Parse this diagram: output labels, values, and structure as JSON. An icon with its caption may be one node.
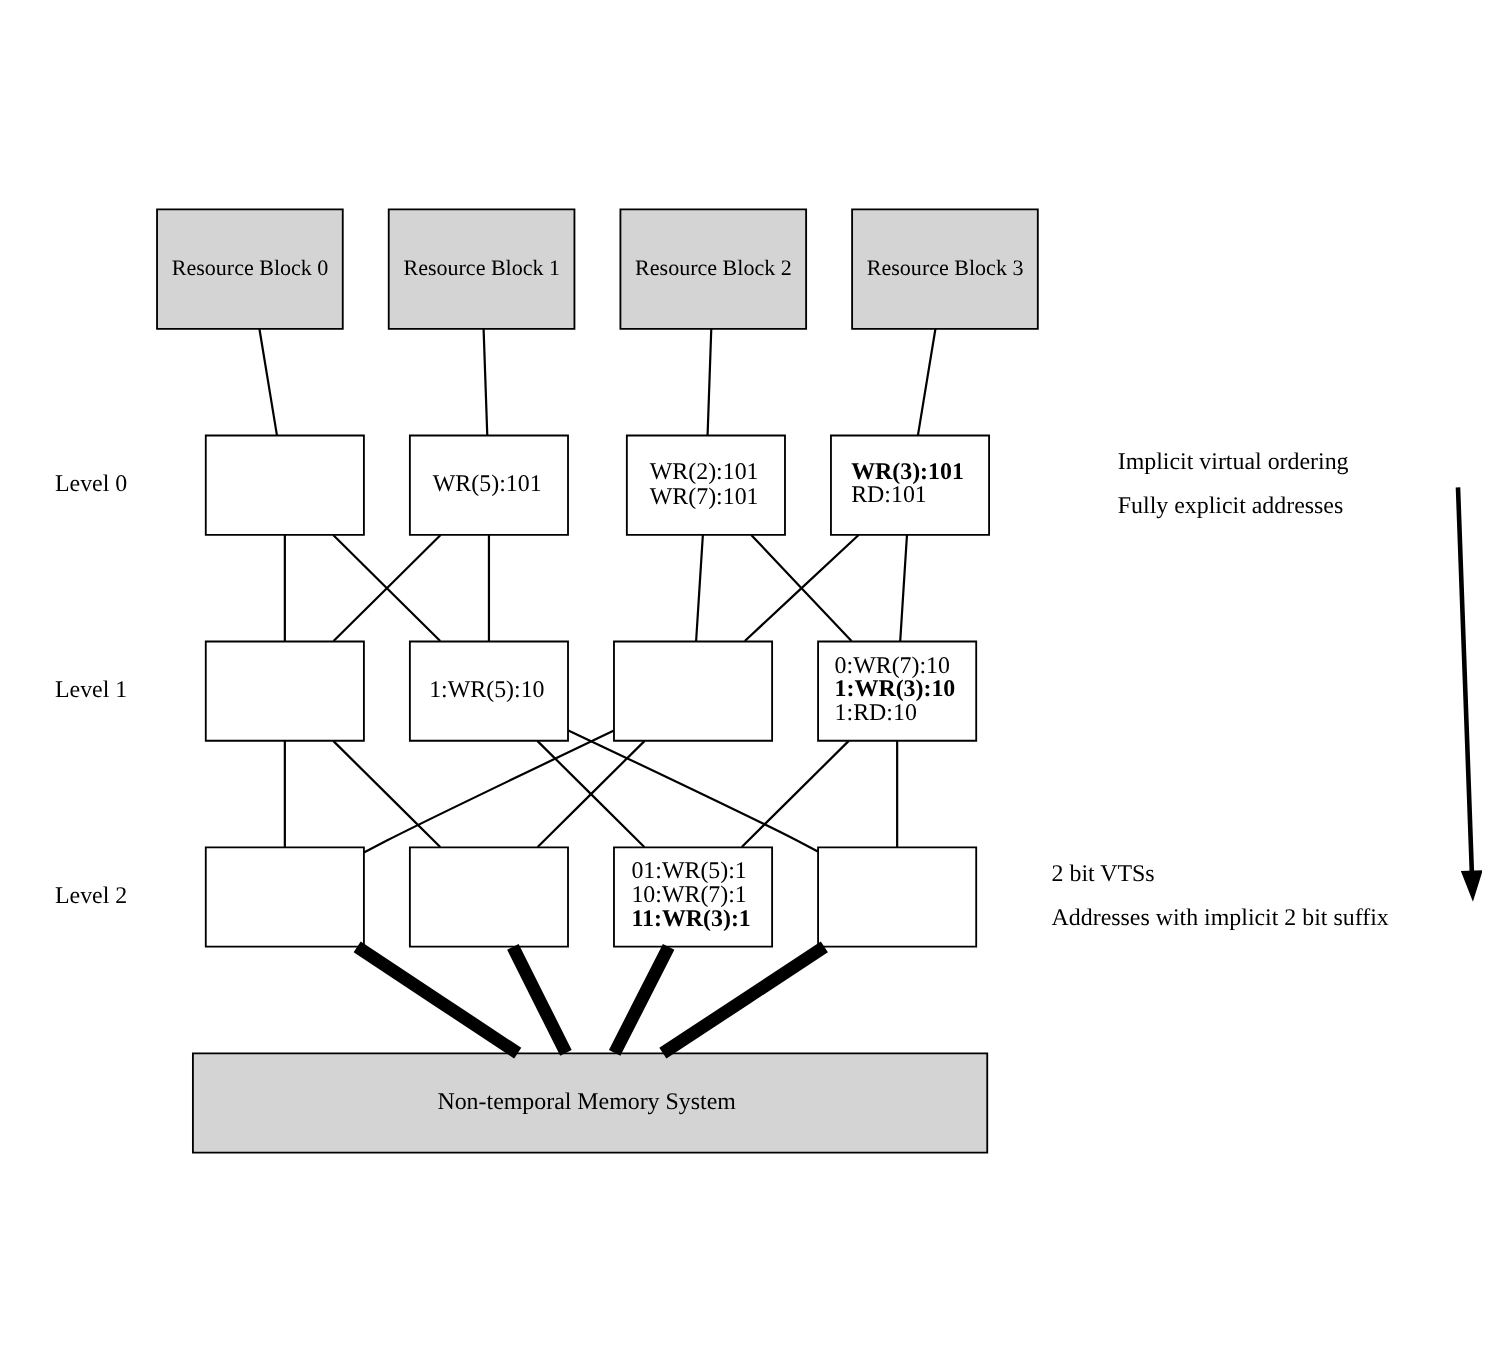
{
  "diagram": {
    "nodes": [
      {
        "text": [
          "Resource Block 0"
        ]
      },
      {
        "text": [
          "Resource Block 1"
        ]
      },
      {
        "text": [
          "Resource Block 2"
        ]
      },
      {
        "text": [
          "Resource Block 3"
        ]
      },
      {
        "text": [],
        "shape": "box"
      },
      {
        "text": [
          "WR(5):101"
        ]
      },
      {
        "text": [
          "WR(2):101",
          "WR(7):101"
        ]
      },
      {
        "text": [
          "**WR(3):101**",
          "RD:101"
        ]
      },
      {
        "text": [],
        "shape": "box"
      },
      {
        "text": [
          "1:WR(5):10"
        ]
      },
      {
        "text": [],
        "shape": "box"
      },
      {
        "text": [
          "0:WR(7):10",
          "**1:WR(3):10**",
          "1:RD:10"
        ]
      },
      {
        "text": [],
        "shape": "box"
      },
      {
        "text": [],
        "shape": "box"
      },
      {
        "text": [
          "01:WR(5):1",
          "10:WR(7):1",
          "**11:WR(3):1**"
        ]
      },
      {
        "text": [],
        "shape": "box"
      },
      {
        "text": [
          "Non-temporal Memory System"
        ]
      }
    ],
    "edges": [
      {
        "from": 0,
        "to": 4,
        "arrow": "none"
      },
      {
        "from": 1,
        "to": 5,
        "arrow": "none"
      },
      {
        "from": 2,
        "to": 6,
        "arrow": "none"
      },
      {
        "from": 3,
        "to": 7,
        "arrow": "none"
      },
      {
        "from": 4,
        "to": 8,
        "arrow": "none"
      },
      {
        "from": 4,
        "to": 9,
        "arrow": "none"
      },
      {
        "from": 5,
        "to": 8,
        "arrow": "none"
      },
      {
        "from": 5,
        "to": 9,
        "arrow": "none"
      },
      {
        "from": 6,
        "to": 10,
        "arrow": "none"
      },
      {
        "from": 6,
        "to": 11,
        "arrow": "none"
      },
      {
        "from": 7,
        "to": 10,
        "arrow": "none"
      },
      {
        "from": 7,
        "to": 11,
        "arrow": "none"
      },
      {
        "from": 8,
        "to": 12,
        "arrow": "none"
      },
      {
        "from": 8,
        "to": 13,
        "arrow": "none"
      },
      {
        "from": 9,
        "to": 14,
        "arrow": "none"
      },
      {
        "from": 9,
        "to": 15,
        "arrow": "none"
      },
      {
        "from": 10,
        "to": 12,
        "arrow": "none"
      },
      {
        "from": 10,
        "to": 13,
        "arrow": "none"
      },
      {
        "from": 11,
        "to": 14,
        "arrow": "none"
      },
      {
        "from": 11,
        "to": 15,
        "arrow": "none"
      },
      {
        "from": 12,
        "to": 16,
        "arrow": "none",
        "style": "thick"
      },
      {
        "from": 13,
        "to": 16,
        "arrow": "none",
        "style": "thick"
      },
      {
        "from": 14,
        "to": 16,
        "arrow": "none",
        "style": "thick"
      },
      {
        "from": 15,
        "to": 16,
        "arrow": "none",
        "style": "thick"
      }
    ],
    "labels": [
      "Level 0",
      "Implicit virtual ordering",
      "Fully explicit addresses",
      "Level 1",
      "Level 2",
      "2 bit VTSs",
      "Addresses with implicit 2 bit suffix"
    ]
  }
}
